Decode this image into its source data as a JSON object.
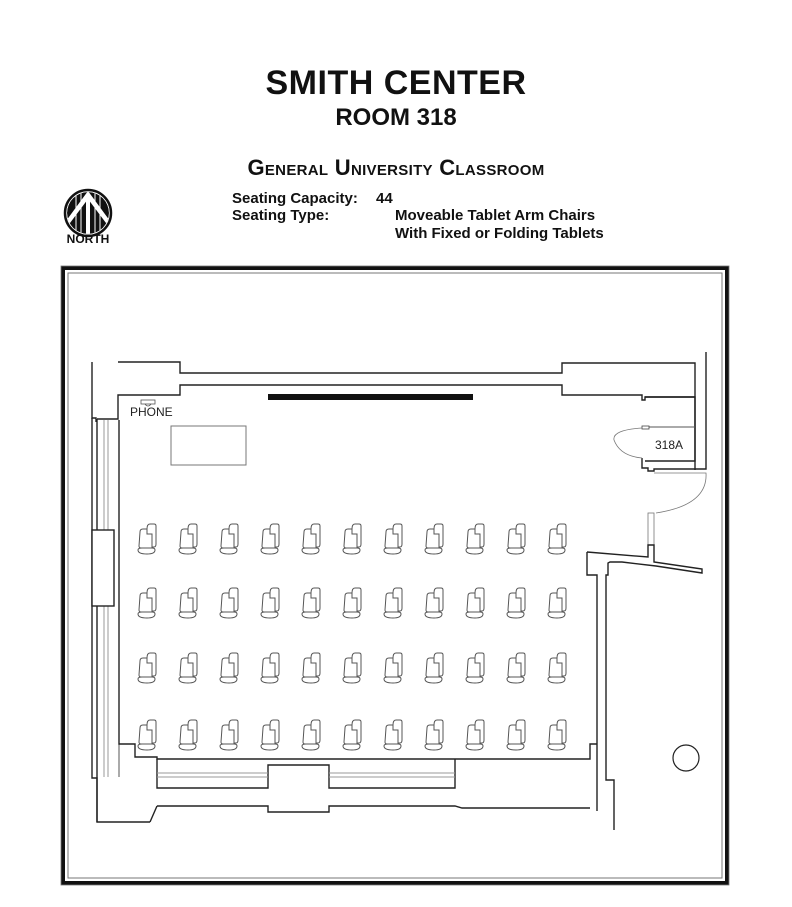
{
  "header": {
    "building": "SMITH CENTER",
    "room": "ROOM 318",
    "classification": "General University Classroom"
  },
  "details": {
    "capacity_label": "Seating Capacity:",
    "capacity_value": "44",
    "type_label": "Seating Type:",
    "type_value_line1": "Moveable Tablet Arm Chairs",
    "type_value_line2": "With Fixed or Folding Tablets"
  },
  "compass": {
    "label": "NORTH",
    "icon": "north-arrow-icon"
  },
  "floor_plan": {
    "labels": {
      "phone": "PHONE",
      "closet": "318A"
    },
    "seating": {
      "rows": 4,
      "columns": 11,
      "total_chairs": 44,
      "chair_icon": "tablet-arm-chair-icon"
    },
    "features": [
      "projection-screen",
      "instructor-table",
      "phone",
      "closet-318A",
      "entry-door",
      "column-circle",
      "windows-west",
      "windows-south"
    ],
    "colors": {
      "wall": "#222222",
      "thin_line": "#666666",
      "background": "#ffffff"
    }
  }
}
